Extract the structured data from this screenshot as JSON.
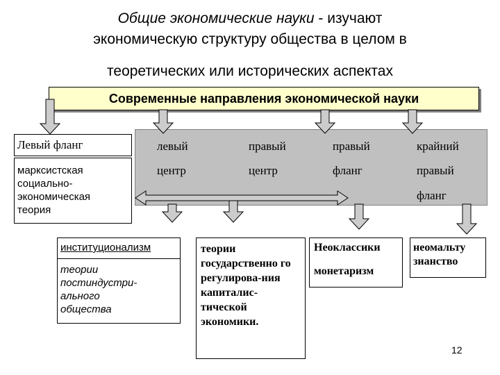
{
  "title": {
    "line1_italic": "Общие экономические науки",
    "line1_rest": " - изучают",
    "line2": "экономическую структуру общества в целом в",
    "line3": "теоретических или исторических аспектах"
  },
  "banner": "Современные направления экономической науки",
  "left_flank": {
    "header": "Левый фланг",
    "theory": "марксистская социально-экономическая теория"
  },
  "spectrum": [
    {
      "line1": "левый",
      "line2": "центр",
      "line3": ""
    },
    {
      "line1": "правый",
      "line2": "центр",
      "line3": ""
    },
    {
      "line1": "правый",
      "line2": "фланг",
      "line3": ""
    },
    {
      "line1": "крайний",
      "line2": "правый",
      "line3": "фланг"
    }
  ],
  "boxes": {
    "institutionalism": {
      "heading": "институционализм",
      "text": "теории постиндустри-ального общества"
    },
    "government": {
      "text": "теории государственно го регулирова-ния капиталис-тической экономики."
    },
    "neoclassics": {
      "heading": "Неоклассики",
      "text": "монетаризм"
    },
    "neomalthusianism": {
      "text": "неомальту зианство"
    }
  },
  "page_number": "12",
  "colors": {
    "banner_fill": "#ffffcc",
    "panel_fill": "#c0c0c0",
    "arrow_fill": "#cccccc",
    "arrow_stroke": "#000000"
  }
}
